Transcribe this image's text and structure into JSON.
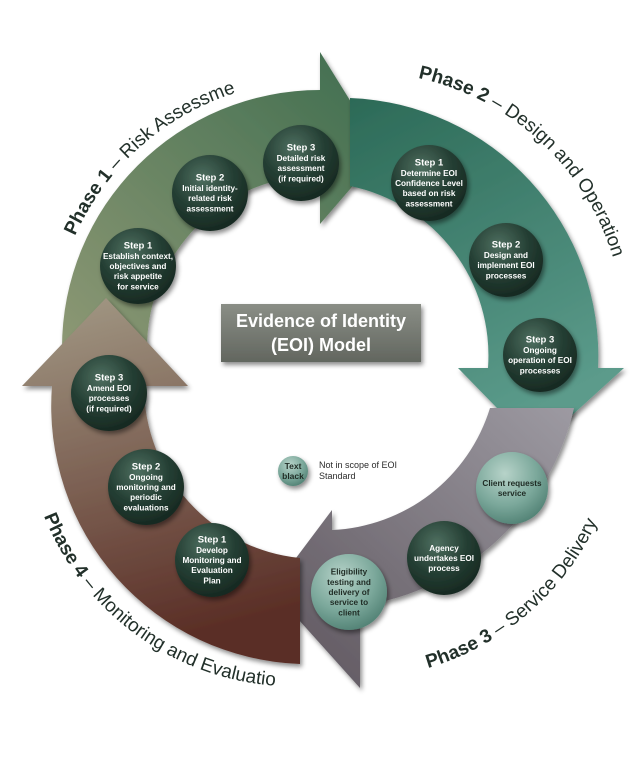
{
  "title": {
    "line1": "Evidence of Identity",
    "line2": "(EOI) Model"
  },
  "phases": [
    {
      "id": "phase1",
      "number": "Phase 1",
      "name": " – Risk Assessment"
    },
    {
      "id": "phase2",
      "number": "Phase 2",
      "name": " – Design and Operation"
    },
    {
      "id": "phase3",
      "number": "Phase 3",
      "name": " – Service Delivery"
    },
    {
      "id": "phase4",
      "number": "Phase 4",
      "name": " – Monitoring and  Evaluation"
    }
  ],
  "steps": {
    "p1s1": [
      "Step 1",
      "Establish context,",
      "objectives and",
      "risk appetite",
      "for service"
    ],
    "p1s2": [
      "Step 2",
      "Initial identity-",
      "related risk",
      "assessment"
    ],
    "p1s3": [
      "Step 3",
      "Detailed risk",
      "assessment",
      "(if required)"
    ],
    "p2s1": [
      "Step 1",
      "Determine EOI",
      "Confidence Level",
      "based on risk",
      "assessment"
    ],
    "p2s2": [
      "Step 2",
      "Design and",
      "implement EOI",
      "processes"
    ],
    "p2s3": [
      "Step 3",
      "Ongoing",
      "operation of EOI",
      "processes"
    ],
    "p3a": [
      "Client requests",
      "service"
    ],
    "p3b": [
      "Agency",
      "undertakes EOI",
      "process"
    ],
    "p3c": [
      "Eligibility",
      "testing and",
      "delivery of",
      "service to",
      "client"
    ],
    "p4s1": [
      "Step 1",
      "Develop",
      "Monitoring and",
      "Evaluation",
      "Plan"
    ],
    "p4s2": [
      "Step 2",
      "Ongoing",
      "monitoring and",
      "periodic",
      "evaluations"
    ],
    "p4s3": [
      "Step 3",
      "Amend EOI",
      "processes",
      "(if required)"
    ]
  },
  "legend": {
    "circle_lines": [
      "Text",
      "black"
    ],
    "description_lines": [
      "Not in scope of EOI",
      "Standard"
    ]
  },
  "colors": {
    "phase1": "#6f8466",
    "phase2": "#2f6c57",
    "phase3": "#77747a",
    "phase4": "#7d6150",
    "circle_dark": "#233d32",
    "circle_light": "#7aa79a",
    "title_box": "#73786f"
  }
}
